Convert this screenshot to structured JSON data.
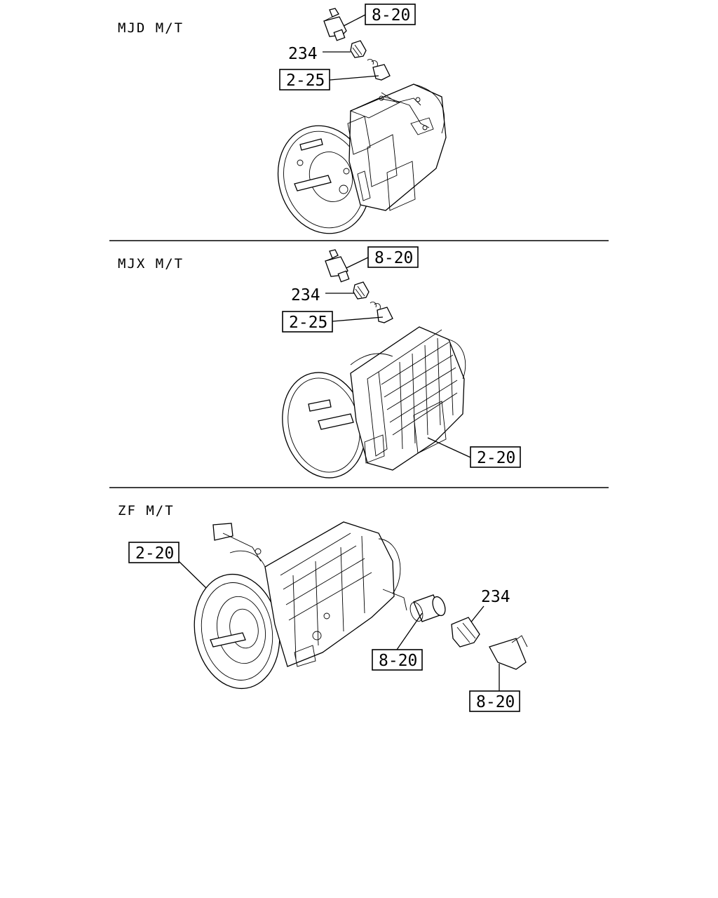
{
  "sections": [
    {
      "title": "MJD M/T",
      "callouts": {
        "top_ref": "8-20",
        "part_no": "234",
        "mid_ref": "2-25"
      }
    },
    {
      "title": "MJX M/T",
      "callouts": {
        "top_ref": "8-20",
        "part_no": "234",
        "mid_ref": "2-25",
        "body_ref": "2-20"
      }
    },
    {
      "title": "ZF M/T",
      "callouts": {
        "body_ref": "2-20",
        "part_no": "234",
        "left_ref": "8-20",
        "right_ref": "8-20"
      }
    }
  ]
}
